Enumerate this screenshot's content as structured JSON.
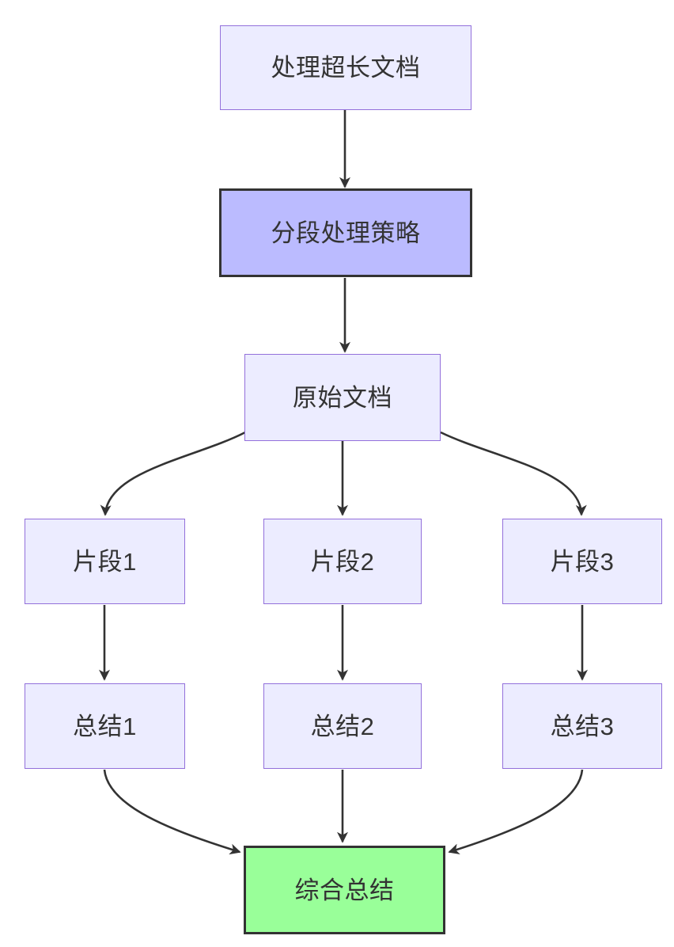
{
  "diagram": {
    "type": "flowchart",
    "direction": "top-down",
    "nodes": [
      {
        "id": "A",
        "label": "处理超长文档",
        "style": "default"
      },
      {
        "id": "B",
        "label": "分段处理策略",
        "style": "emphasis-purple"
      },
      {
        "id": "C",
        "label": "原始文档",
        "style": "default"
      },
      {
        "id": "D",
        "label": "片段1",
        "style": "default"
      },
      {
        "id": "E",
        "label": "片段2",
        "style": "default"
      },
      {
        "id": "F",
        "label": "片段3",
        "style": "default"
      },
      {
        "id": "G",
        "label": "总结1",
        "style": "default"
      },
      {
        "id": "H",
        "label": "总结2",
        "style": "default"
      },
      {
        "id": "I",
        "label": "总结3",
        "style": "default"
      },
      {
        "id": "J",
        "label": "综合总结",
        "style": "emphasis-green"
      }
    ],
    "edges": [
      {
        "from": "A",
        "to": "B"
      },
      {
        "from": "B",
        "to": "C"
      },
      {
        "from": "C",
        "to": "D"
      },
      {
        "from": "C",
        "to": "E"
      },
      {
        "from": "C",
        "to": "F"
      },
      {
        "from": "D",
        "to": "G"
      },
      {
        "from": "E",
        "to": "H"
      },
      {
        "from": "F",
        "to": "I"
      },
      {
        "from": "G",
        "to": "J"
      },
      {
        "from": "H",
        "to": "J"
      },
      {
        "from": "I",
        "to": "J"
      }
    ],
    "colors": {
      "background": "#FFFFFF",
      "node_fill": "#ECECFF",
      "node_border": "#9370DB",
      "emphasis_purple_fill": "#BBBBFF",
      "emphasis_green_fill": "#99FF99",
      "emphasis_border": "#333333",
      "edge": "#333333",
      "text": "#333333"
    }
  }
}
